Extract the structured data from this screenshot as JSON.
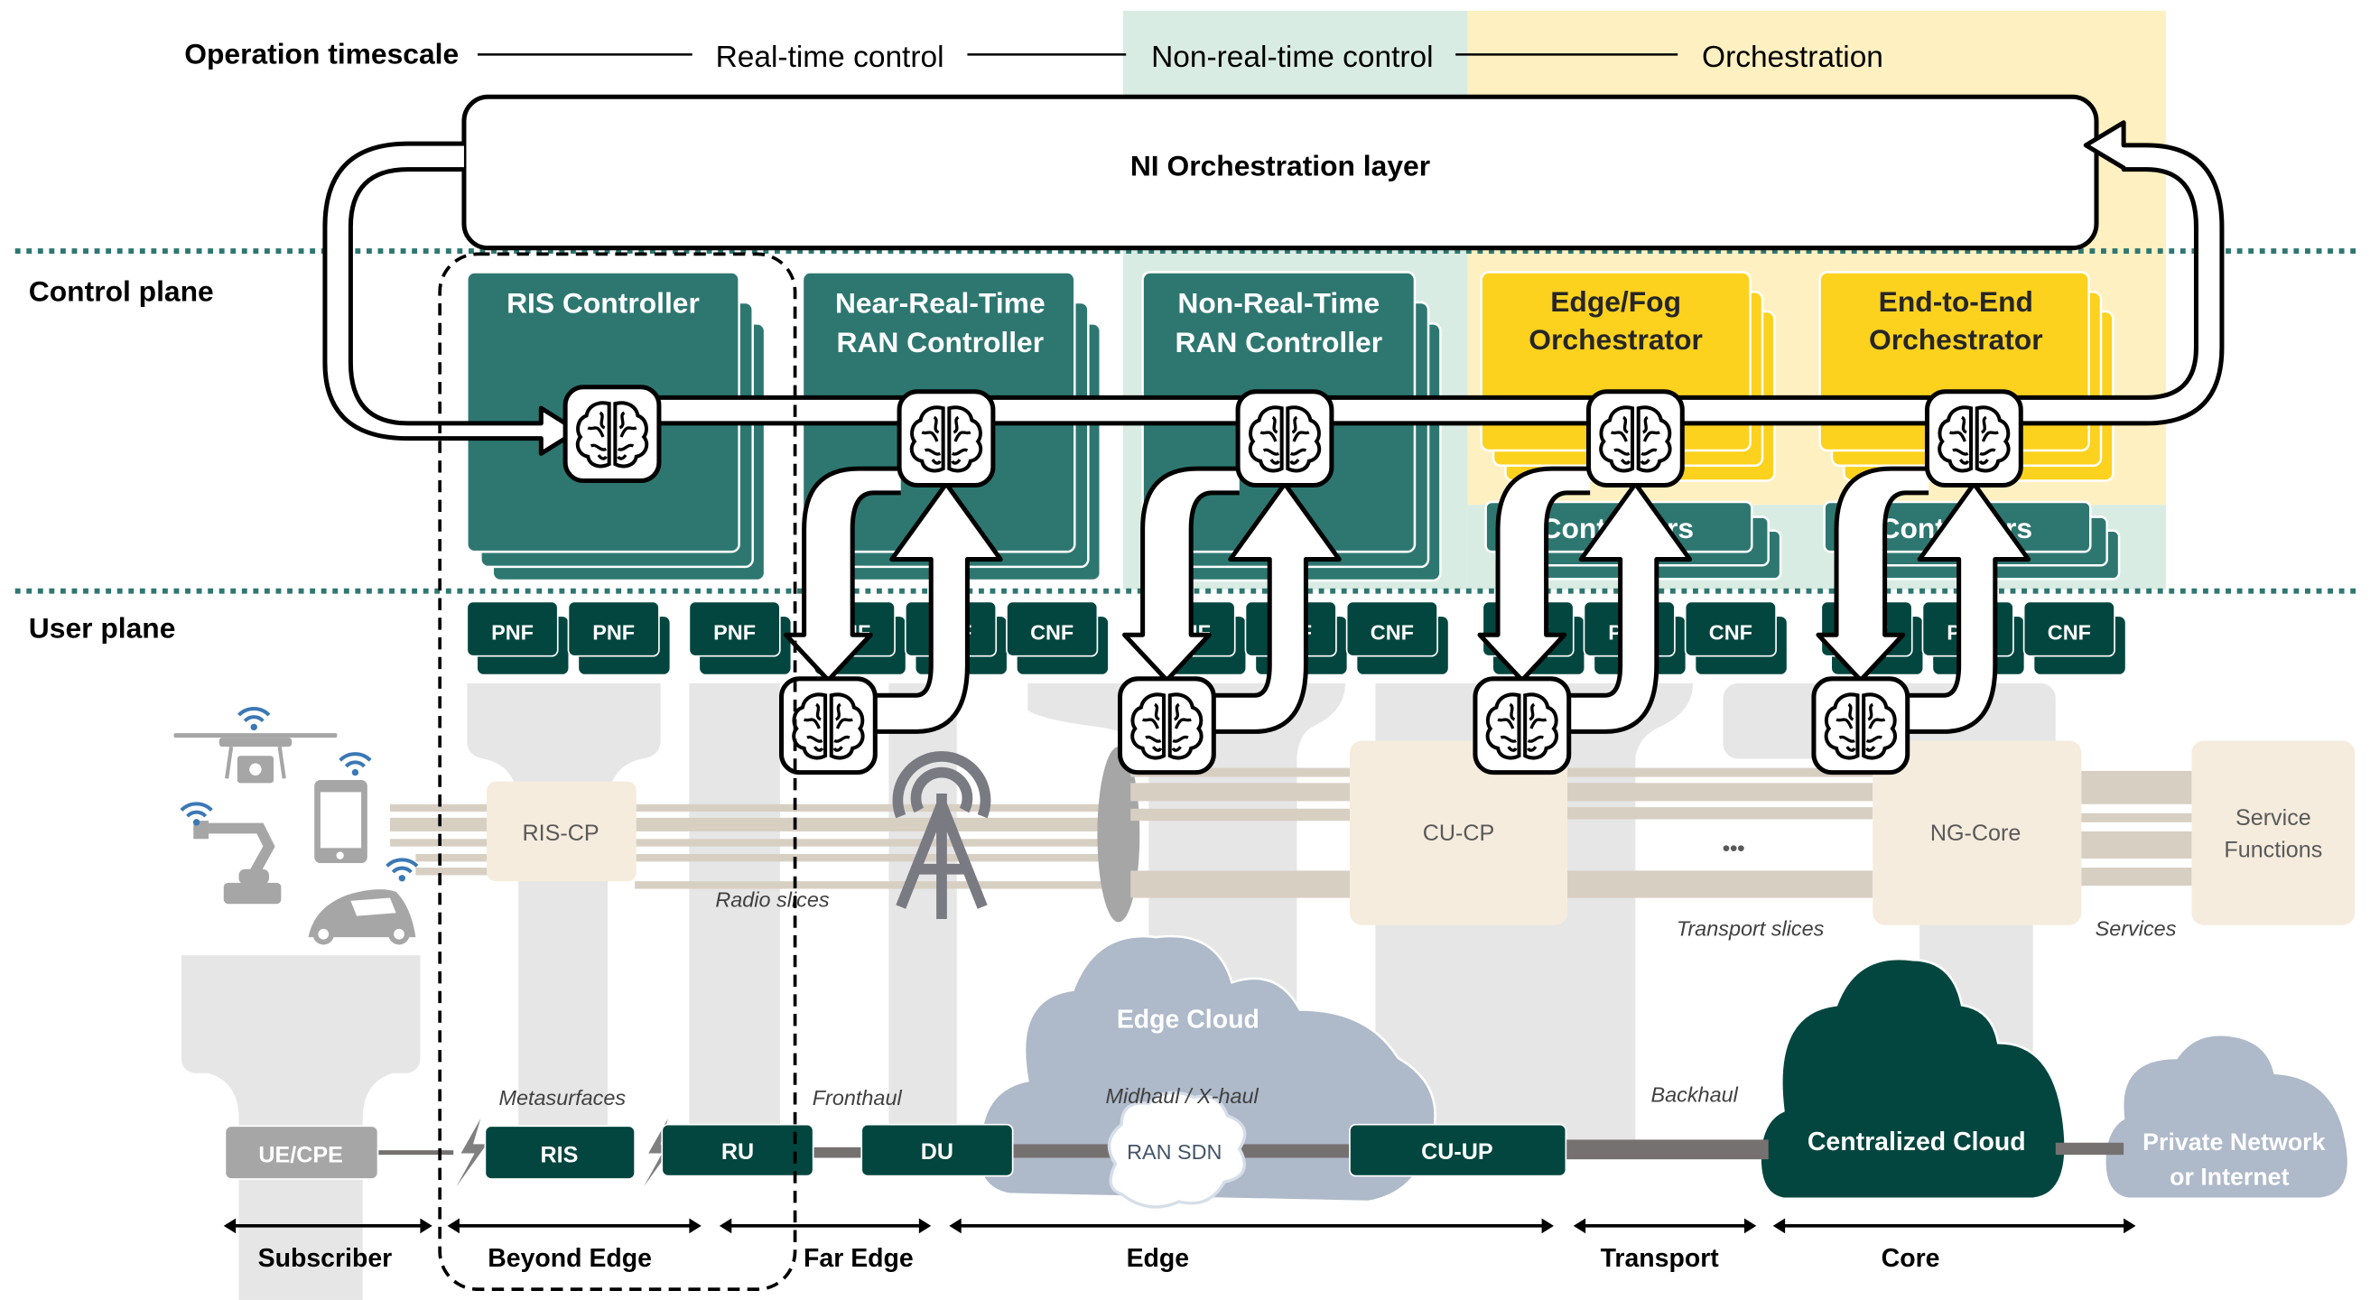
{
  "header": {
    "timescale_label": "Operation timescale",
    "timescales": [
      "Real-time control",
      "Non-real-time control",
      "Orchestration"
    ]
  },
  "planes": {
    "control": "Control plane",
    "user": "User plane"
  },
  "orchestration_layer": "NI Orchestration layer",
  "controllers": [
    {
      "line1": "RIS Controller",
      "line2": "",
      "style": "teal"
    },
    {
      "line1": "Near-Real-Time",
      "line2": "RAN Controller",
      "style": "teal"
    },
    {
      "line1": "Non-Real-Time",
      "line2": "RAN Controller",
      "style": "teal"
    },
    {
      "line1": "Edge/Fog",
      "line2": "Orchestrator",
      "style": "yellow"
    },
    {
      "line1": "End-to-End",
      "line2": "Orchestrator",
      "style": "yellow"
    }
  ],
  "sub_controllers": [
    "Controllers",
    "Controllers"
  ],
  "network_functions": [
    [
      "PNF",
      "PNF"
    ],
    [
      "PNF"
    ],
    [
      "VNF",
      "PNF",
      "CNF"
    ],
    [
      "VNF",
      "PNF",
      "CNF"
    ],
    [
      "VNF",
      "PNF",
      "CNF"
    ],
    [
      "VNF",
      "PNF",
      "CNF"
    ]
  ],
  "slice_nodes": {
    "ris_cp": "RIS-CP",
    "cu_cp": "CU-CP",
    "ng_core": "NG-Core",
    "service_functions_1": "Service",
    "service_functions_2": "Functions",
    "ellipsis": "•••"
  },
  "slice_labels": {
    "radio": "Radio slices",
    "transport": "Transport slices",
    "services": "Services"
  },
  "devices": [
    "drone-icon",
    "smartphone-icon",
    "robot-arm-icon",
    "car-icon"
  ],
  "infrastructure": {
    "ue_cpe": "UE/CPE",
    "ris": "RIS",
    "ru": "RU",
    "du": "DU",
    "cu_up": "CU-UP",
    "edge_cloud": "Edge Cloud",
    "ran_sdn": "RAN SDN",
    "centralized_cloud": "Centralized Cloud",
    "private_network_1": "Private Network",
    "private_network_2": "or Internet"
  },
  "link_labels": {
    "metasurfaces": "Metasurfaces",
    "fronthaul": "Fronthaul",
    "midhaul": "Midhaul / X-haul",
    "backhaul": "Backhaul"
  },
  "domains": [
    "Subscriber",
    "Beyond Edge",
    "Far Edge",
    "Edge",
    "Transport",
    "Core"
  ],
  "colors": {
    "teal": "#2e7771",
    "dark_teal": "#02463f",
    "yellow": "#fcd21e",
    "light_green_band": "#d9ece3",
    "light_yellow_band": "#fff0c1",
    "cream": "#f5ecde",
    "slice": "#d8cfc3",
    "gray_pillar": "#e6e6e6",
    "cloud_blue": "#aeb9c9",
    "link_gray": "#767171"
  }
}
